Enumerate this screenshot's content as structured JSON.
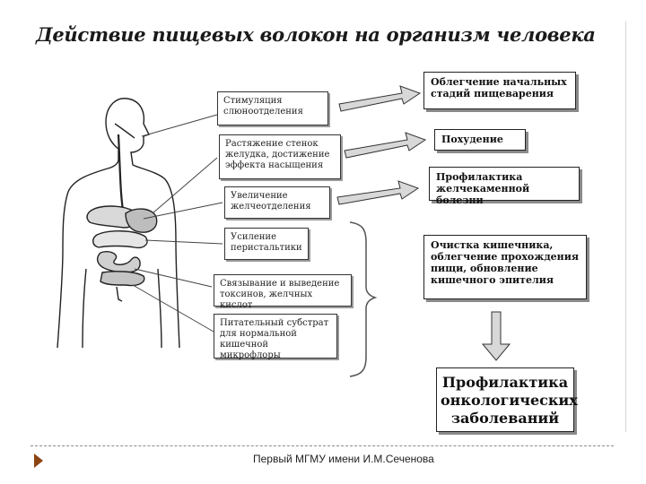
{
  "title": "Действие пищевых волокон на организм человека",
  "left_boxes": [
    "Стимуляция слюноотделения",
    "Растяжение стенок желудка, достижение эффекта насыщения",
    "Увеличение желчеотделения",
    "Усиление перистальтики",
    "Связывание и выведение токсинов, желчных кислот",
    "Питательный субстрат для нормальной кишечной микрофлоры"
  ],
  "right_boxes": [
    "Облегчение начальных стадий пищеварения",
    "Похудение",
    "Профилактика желчекаменной болезни",
    "Очистка кишечника, облегчение прохождения пищи, обновление кишечного эпителия"
  ],
  "result_box": "Профилактика онкологических заболеваний",
  "footer": "Первый МГМУ имени И.М.Сеченова",
  "colors": {
    "accent": "#8b4513",
    "border": "#333333"
  }
}
